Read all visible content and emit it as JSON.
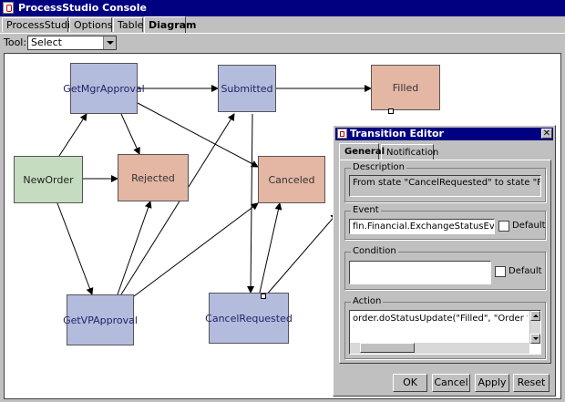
{
  "window": {
    "title": "ProcessStudio Console"
  },
  "tabs": [
    {
      "label": "ProcessStudio"
    },
    {
      "label": "Options"
    },
    {
      "label": "Table"
    },
    {
      "label": "Diagram"
    }
  ],
  "toolbar": {
    "tool_label": "Tool:",
    "tool_value": "Select"
  },
  "nodes": {
    "getmgr": "GetMgrApproval",
    "submitted": "Submitted",
    "filled": "Filled",
    "neworder": "NewOrder",
    "rejected": "Rejected",
    "canceled": "Canceled",
    "getvp": "GetVPApproval",
    "cancelreq": "CancelRequested"
  },
  "dialog": {
    "title": "Transition Editor",
    "tabs": [
      "General",
      "Notification"
    ],
    "description_label": "Description",
    "description": "From state \"CancelRequested\" to state \"Filled\"",
    "event_label": "Event",
    "event_value": "fin.Financial.ExchangeStatusEvents.filled",
    "default_label": "Default",
    "condition_label": "Condition",
    "condition_value": "",
    "action_label": "Action",
    "action_value": "order.doStatusUpdate(\"Filled\", \"Order filled by Exch",
    "buttons": {
      "ok": "OK",
      "cancel": "Cancel",
      "apply": "Apply",
      "reset": "Reset"
    }
  },
  "colors": {
    "state_blue": "#b4bcdd",
    "state_salmon": "#e4b6a4",
    "state_green": "#c5dcc0",
    "titlebar": "#000080"
  }
}
